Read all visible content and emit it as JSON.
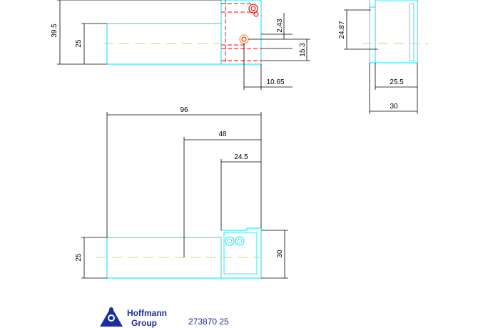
{
  "dimensions": {
    "top_height_total": "39.5",
    "top_height_body": "25",
    "top_hole_offset": "2.43",
    "top_hole_height": "15.3",
    "top_hole_dist": "10.65",
    "side_height": "24.87",
    "side_width_inner": "25.5",
    "side_width_outer": "30",
    "front_width_total": "96",
    "front_width_half": "48",
    "front_width_inner": "24.5",
    "front_height_body": "25",
    "front_height_end": "30"
  },
  "brand": {
    "name_line1": "Hoffmann",
    "name_line2": "Group",
    "part_number": "273870 25"
  },
  "colors": {
    "outline": "#00e0ff",
    "centerline": "#e0e000",
    "hidden": "#ff0000",
    "dimension": "#000000",
    "brand": "#1a2f9e"
  }
}
